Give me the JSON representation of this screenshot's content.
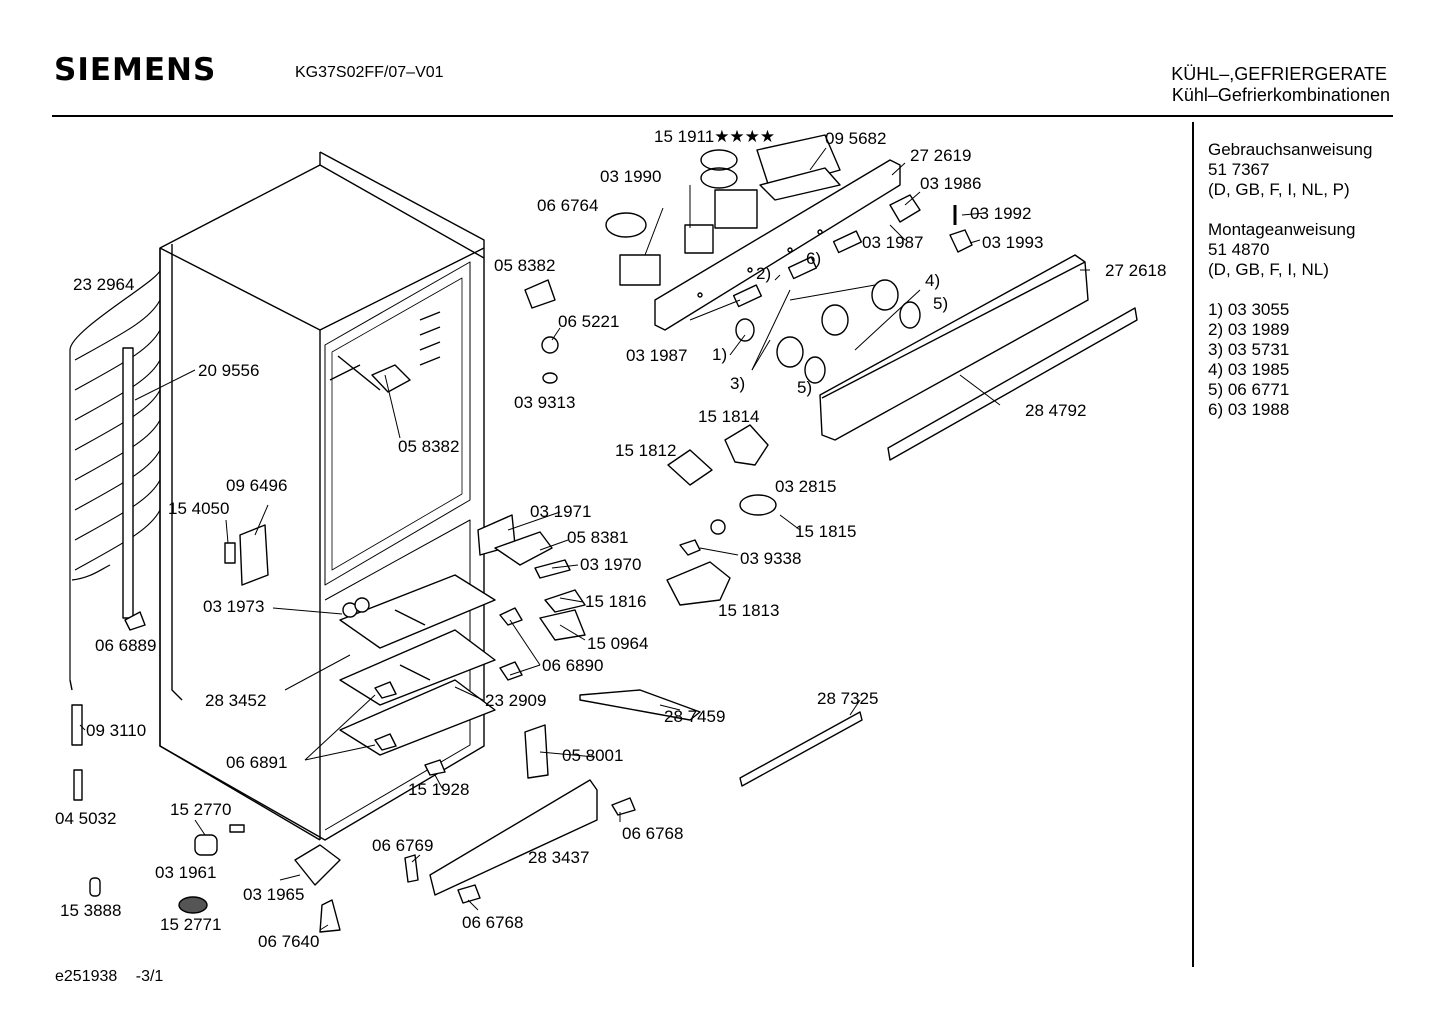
{
  "header": {
    "brand": "SIEMENS",
    "model": "KG37S02FF/07–V01",
    "category_line1": "KÜHL–,GEFRIERGERATE",
    "category_line2": "Kühl–Gefrierkombinationen"
  },
  "sidebar": {
    "manual_title": "Gebrauchsanweisung",
    "manual_number": "51 7367",
    "manual_langs": "(D, GB, F, I, NL, P)",
    "mount_title": "Montageanweisung",
    "mount_number": "51 4870",
    "mount_langs": "(D, GB, F, I, NL)",
    "footnotes": [
      "1) 03 3055",
      "2) 03 1989",
      "3) 03 5731",
      "4) 03 1985",
      "5) 06 6771",
      "6) 03 1988"
    ]
  },
  "footer": {
    "drawing_id": "e251938",
    "sheet": "-3/1"
  },
  "parts": [
    "23 2964",
    "20 9556",
    "15 4050",
    "09 6496",
    "06 6889",
    "03 1973",
    "28 3452",
    "09 3110",
    "04 5032",
    "06 6891",
    "15 2770",
    "03 1961",
    "15 3888",
    "15 2771",
    "03 1965",
    "06 7640",
    "15 1928",
    "06 6769",
    "06 6768",
    "28 3437",
    "06 6768",
    "05 8001",
    "28 7459",
    "28 7325",
    "23 2909",
    "06 6890",
    "15 0964",
    "15 1816",
    "03 1970",
    "05 8381",
    "03 1971",
    "05 8382",
    "03 9313",
    "06 5221",
    "05 8382",
    "15 1812",
    "15 1814",
    "03 2815",
    "15 1815",
    "03 9338",
    "15 1813",
    "28 4792",
    "27 2618",
    "03 1987",
    "1)",
    "3)",
    "2)",
    "6)",
    "5)",
    "4)",
    "5)",
    "06 6764",
    "03 1990",
    "15 1911★★★★",
    "09 5682",
    "27 2619",
    "03 1986",
    "03 1992",
    "03 1987",
    "03 1993"
  ]
}
